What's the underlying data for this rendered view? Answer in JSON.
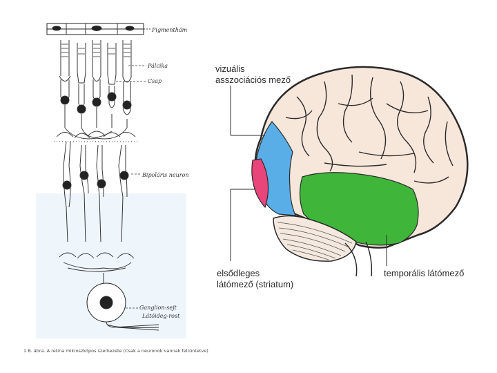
{
  "retina": {
    "labels": {
      "pigment": "Pigmenthám",
      "rod": "Pálcika",
      "cone": "Csap",
      "bipolar": "Bipoláris neuron",
      "ganglion": "Ganglion-sejt",
      "optic_nerve": "Látóideg-rost"
    },
    "caption": "1 B. ábra. A retina mikroszkópos szerkezete (Csak a neuronok vannak feltüntetve)"
  },
  "brain": {
    "labels": {
      "visual_association_line1": "vizuális",
      "visual_association_line2": "asszociációs mező",
      "primary_visual_line1": "elsődleges",
      "primary_visual_line2": "látómező (striatum)",
      "temporal_visual": "temporális látómező"
    },
    "colors": {
      "visual_association": "#5aaee8",
      "primary_visual": "#e8457a",
      "temporal_visual": "#3fb53a",
      "cerebellum": "#f4e8df",
      "cortex": "#f7e6da",
      "outline": "#2a2a2a"
    }
  }
}
